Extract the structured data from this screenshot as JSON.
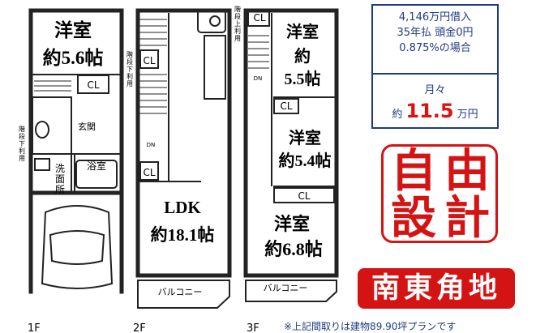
{
  "floors": {
    "f1": {
      "room_name": "洋室",
      "room_size": "約5.6帖",
      "closet": "CL",
      "entrance": "玄関",
      "washroom_1": "洗",
      "washroom_2": "面",
      "washroom_3": "所",
      "bath": "浴室",
      "stairs_1": "階",
      "stairs_2": "段",
      "stairs_3": "下",
      "stairs_4": "利",
      "stairs_5": "用",
      "floor_label": "1F"
    },
    "f2": {
      "ldk_name": "LDK",
      "ldk_size": "約18.1帖",
      "closet_a": "CL",
      "closet_b": "CL",
      "balcony": "バルコニー",
      "stairs_1": "階",
      "stairs_2": "段",
      "stairs_3": "下",
      "stairs_4": "利",
      "stairs_5": "用",
      "dn": "DN",
      "floor_label": "2F"
    },
    "f3": {
      "room_a_name": "洋室",
      "room_a_size_1": "約",
      "room_a_size_2": "5.5帖",
      "room_b_name": "洋室",
      "room_b_size": "約5.4帖",
      "room_c_name": "洋室",
      "room_c_size": "約6.8帖",
      "closet_a": "CL",
      "closet_b": "CL",
      "closet_c": "CL",
      "balcony": "バルコニー",
      "stairs_1": "階",
      "stairs_2": "段",
      "stairs_3": "上",
      "stairs_4": "利",
      "stairs_5": "用",
      "dn": "DN",
      "floor_label": "3F"
    }
  },
  "loan": {
    "line1": "4,146万円借入",
    "line2": "35年払 頭金0円",
    "line3": "0.875%の場合",
    "monthly_label": "月々",
    "approx": "約",
    "amount": "11.5",
    "unit": "万円"
  },
  "stamp": {
    "c1": "自",
    "c2": "由",
    "c3": "設",
    "c4": "計"
  },
  "corner_lot": "南東角地",
  "footnote": "※上記間取りは建物89.90坪プランです"
}
